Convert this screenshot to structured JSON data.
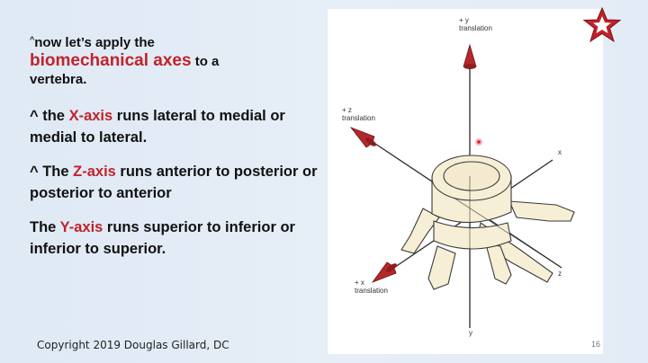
{
  "slide": {
    "intro_caret": "^",
    "intro_text": "now let’s apply the",
    "intro_highlight": "biomechanical axes",
    "intro_tail_1": " to a",
    "intro_tail_2": "vertebra.",
    "x_para": {
      "prefix": "^ the ",
      "axis": "X-axis",
      "rest": " runs lateral to medial or medial to lateral."
    },
    "z_para": {
      "prefix": "^ The ",
      "axis": "Z-axis",
      "rest": " runs anterior to posterior or posterior to anterior"
    },
    "y_para": {
      "prefix": "The ",
      "axis": "Y-axis",
      "rest": " runs superior to inferior or inferior to superior."
    },
    "copyright": "Copyright 2019 Douglas Gillard, DC",
    "slide_number": "16"
  },
  "figure": {
    "plus_y": "+ y",
    "plus_y_translation": "translation",
    "plus_z": "+ z",
    "plus_z_translation": "translation",
    "plus_x": "+ x",
    "plus_x_translation": "translation",
    "x_label": "x",
    "z_label": "z",
    "y_label": "y"
  },
  "colors": {
    "accent": "#c0232b",
    "text": "#111111",
    "background": "#dde8f3"
  },
  "icons": {
    "logo": "red-star-icon"
  }
}
